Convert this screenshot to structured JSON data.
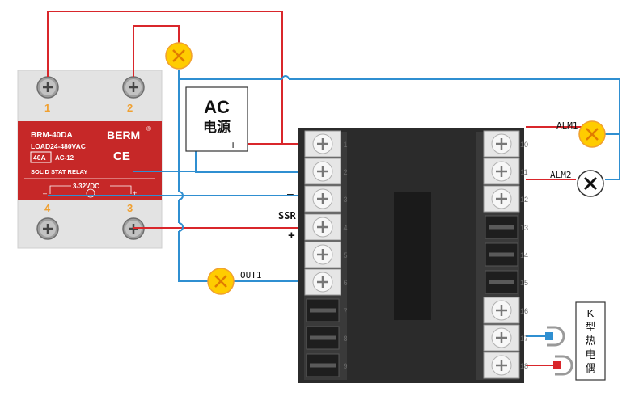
{
  "colors": {
    "red_wire": "#d9262b",
    "blue_wire": "#2f8fd1",
    "relay_body": "#e3e3e3",
    "relay_label_bg": "#c62828",
    "terminal_number": "#f0a030",
    "controller_body": "#2b2b2b",
    "lamp_fill": "#ffcc00"
  },
  "relay": {
    "model": "BRM-40DA",
    "brand": "BERM",
    "ce_mark": "CE",
    "load_spec": "LOAD24-480VAC",
    "current_rating": "40A",
    "ac_code": "AC-12",
    "type_text": "SOLID STAT RELAY",
    "input_spec": "3-32VDC",
    "input_minus": "–",
    "input_plus": "+",
    "terminals": [
      "1",
      "2",
      "3",
      "4"
    ]
  },
  "ac_source": {
    "line1": "AC",
    "line2": "电源",
    "minus": "–",
    "plus": "+"
  },
  "ssr_label": {
    "minus": "–",
    "text": "SSR",
    "plus": "+"
  },
  "controller": {
    "left_terminals": [
      "1",
      "2",
      "3",
      "4",
      "5",
      "6",
      "7",
      "8",
      "9"
    ],
    "right_terminals": [
      "10",
      "11",
      "12",
      "13",
      "14",
      "15",
      "16",
      "17",
      "18"
    ]
  },
  "alarms": [
    {
      "label": "ALM1"
    },
    {
      "label": "ALM2"
    }
  ],
  "output_label": "OUT1",
  "thermocouple": {
    "label": [
      "K",
      "型",
      "热",
      "电",
      "偶"
    ]
  },
  "icons": [
    "lamp-icon",
    "screw-terminal-icon",
    "spade-connector-icon",
    "cross-icon"
  ]
}
